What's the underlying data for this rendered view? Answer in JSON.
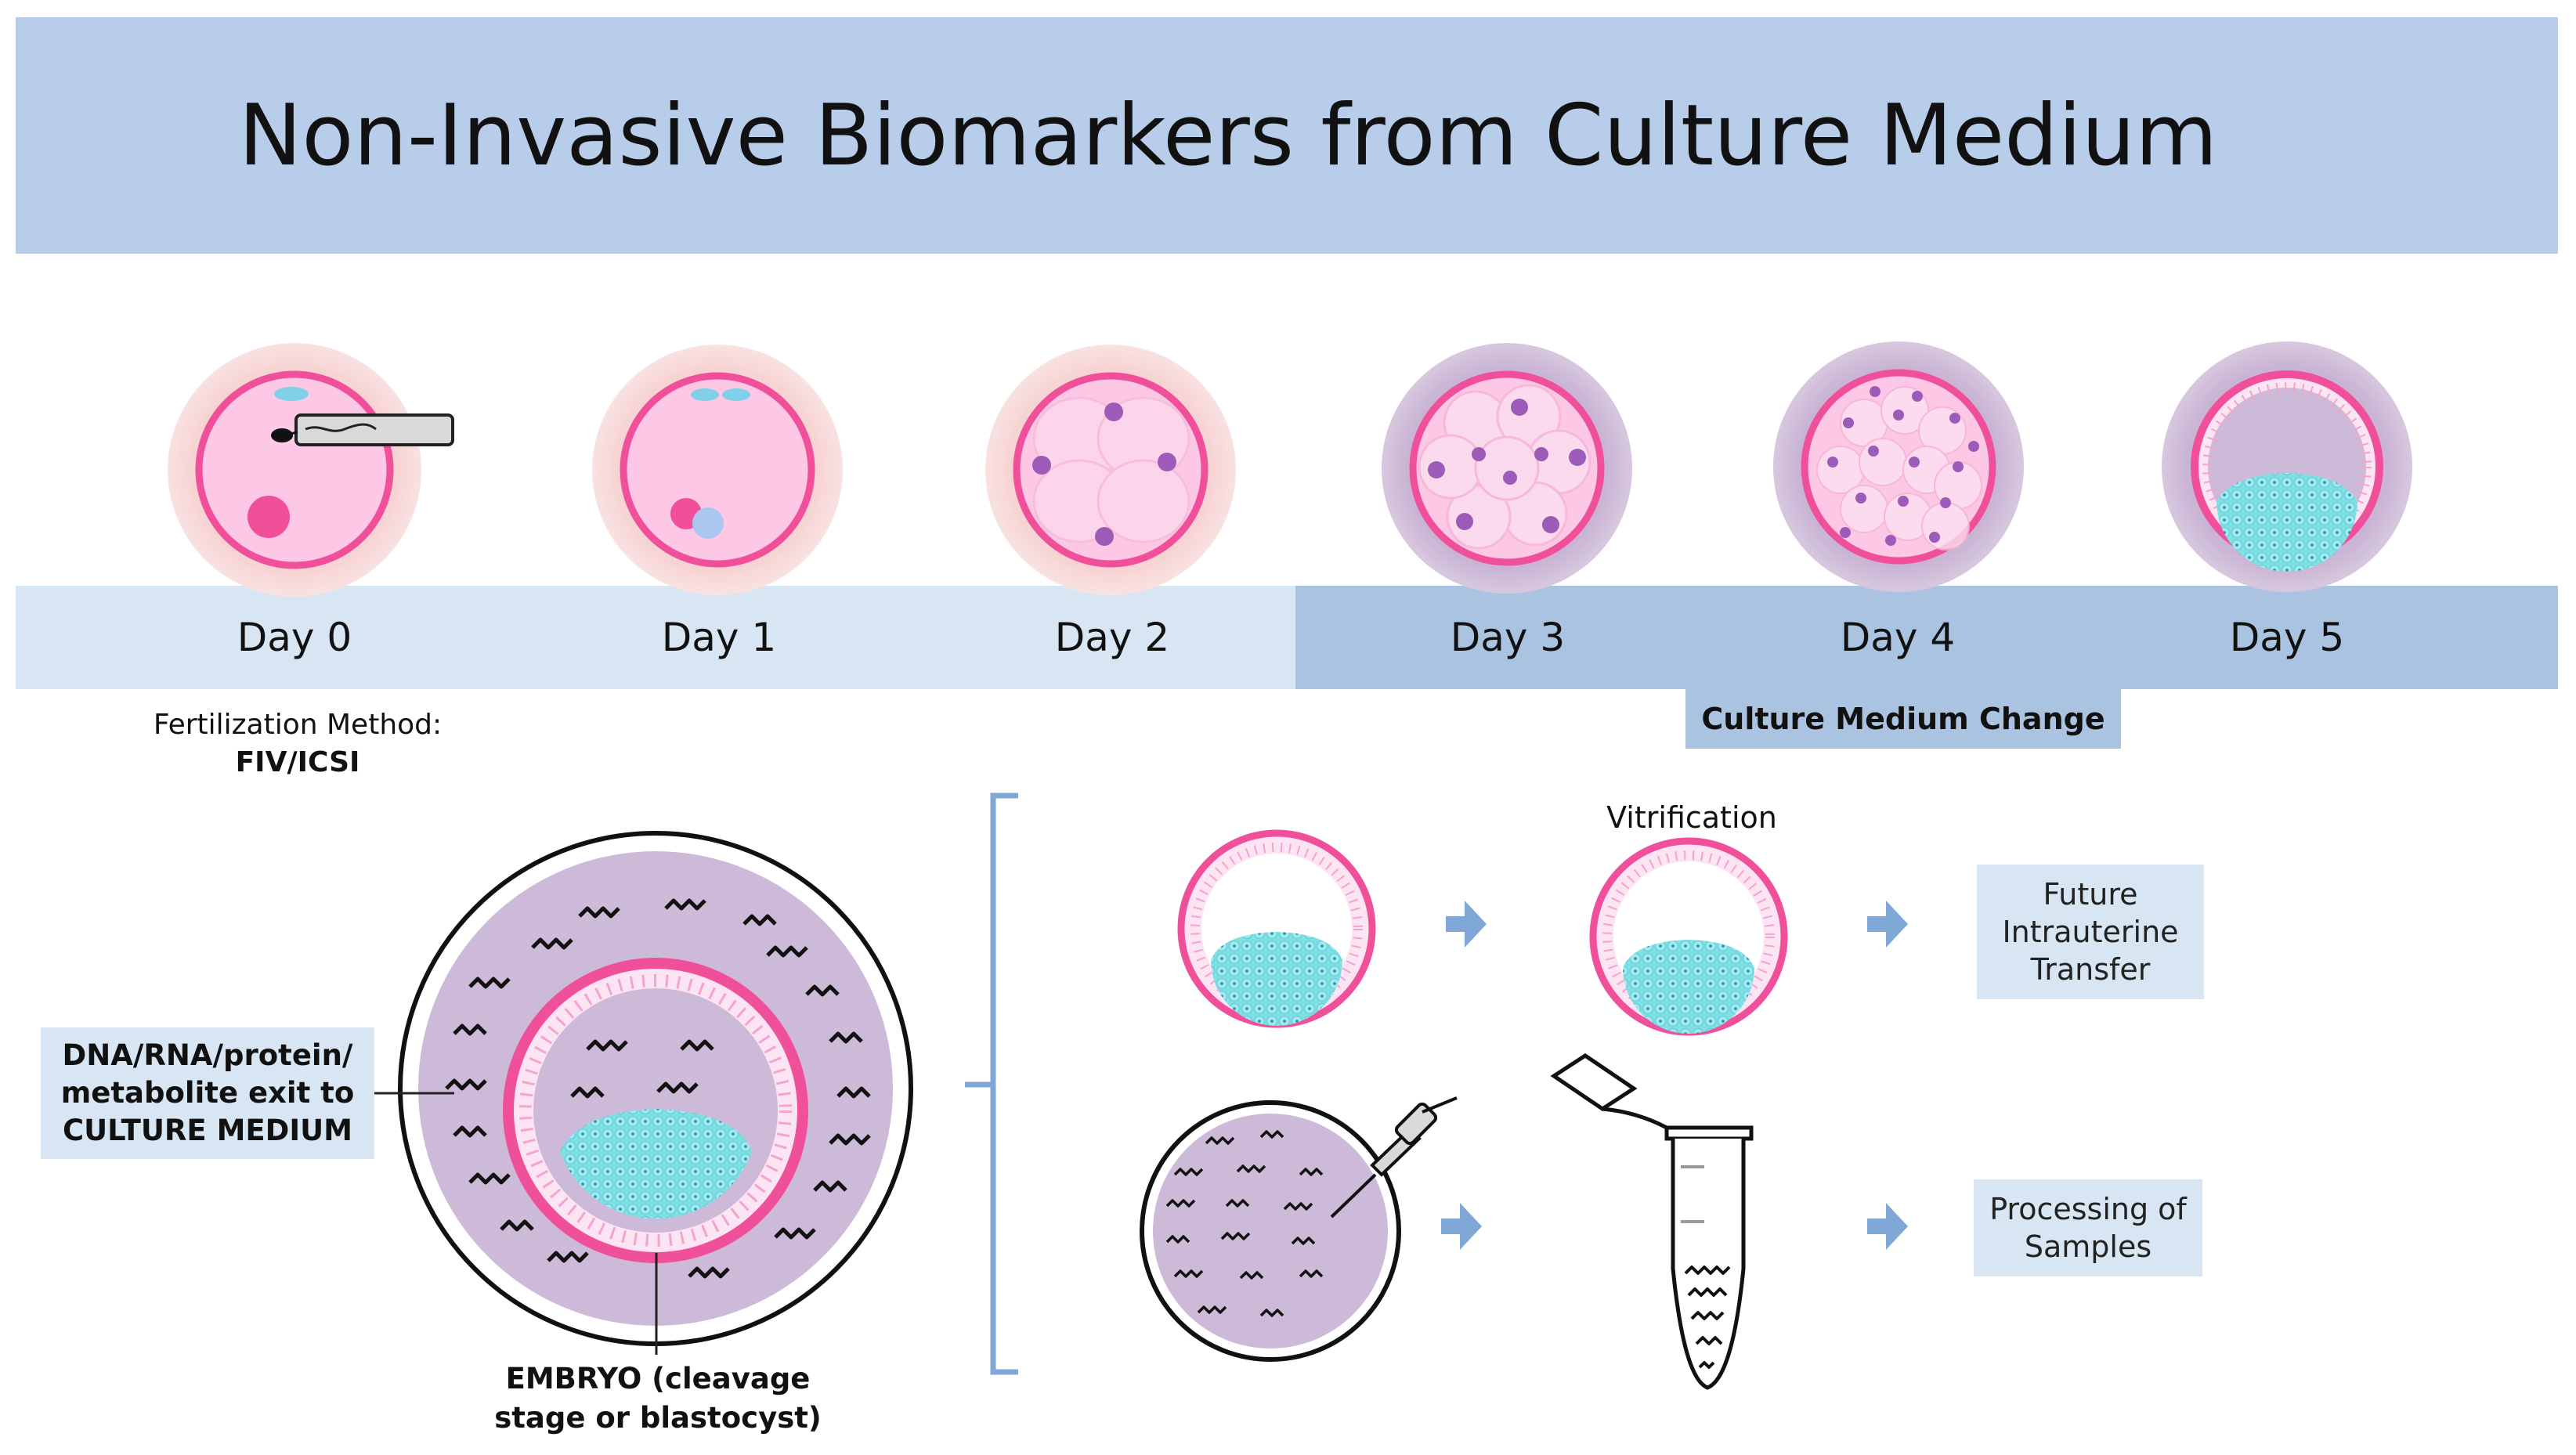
{
  "title": "Non-Invasive Biomarkers from Culture Medium",
  "days": [
    "Day 0",
    "Day 1",
    "Day 2",
    "Day 3",
    "Day 4",
    "Day 5"
  ],
  "culture_medium_change": "Culture Medium Change",
  "fertilization": {
    "label": "Fertilization Method:",
    "method": "FIV/ICSI"
  },
  "exit_label": {
    "line1": "DNA/RNA/protein/",
    "line2": "metabolite exit to",
    "line3": "CULTURE MEDIUM"
  },
  "embryo_label": {
    "line1": "EMBRYO (cleavage",
    "line2": "stage or blastocyst)"
  },
  "vitrification": "Vitrification",
  "outcomes": {
    "transfer": [
      "Future",
      "Intrauterine",
      "Transfer"
    ],
    "processing": [
      "Processing of",
      "Samples"
    ]
  },
  "colors": {
    "title_bg": "#b7cdea",
    "strip_light": "#d8e6f3",
    "strip_dark": "#a9c3e1",
    "zona_pink": "#f04f9a",
    "zona_halo_light": "#f8d6d6",
    "zona_halo_purple": "#cbb7d6",
    "cytoplasm": "#fbc6e4",
    "icm_cyan": "#6fd6e0",
    "arrow_blue": "#7fa8d6",
    "medium_purple": "#cdbad8"
  }
}
